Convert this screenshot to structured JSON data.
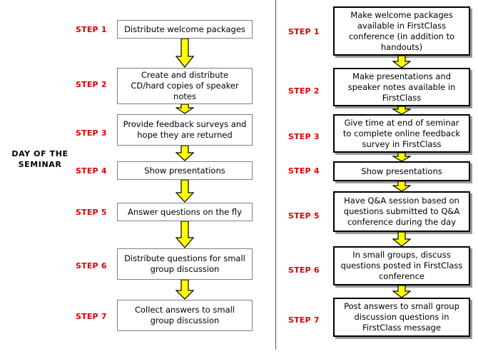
{
  "diagram": {
    "title_side_label": "DAY OF\nTHE\nSEMINAR",
    "divider_color": "#555555",
    "step_label_color": "#e00000",
    "arrow_fill": "#ffff00",
    "arrow_stroke": "#000000",
    "left_box_border": "#808080",
    "right_box_border": "#000000"
  },
  "left_column": {
    "steps": [
      {
        "label": "STEP 1",
        "text": "Distribute welcome packages"
      },
      {
        "label": "STEP 2",
        "text": "Create and distribute\nCD/hard copies of speaker\nnotes"
      },
      {
        "label": "STEP 3",
        "text": "Provide feedback surveys and\nhope they are returned"
      },
      {
        "label": "STEP 4",
        "text": "Show presentations"
      },
      {
        "label": "STEP 5",
        "text": "Answer questions on the fly"
      },
      {
        "label": "STEP 6",
        "text": "Distribute questions for small\ngroup discussion"
      },
      {
        "label": "STEP 7",
        "text": "Collect answers to small\ngroup discussion"
      }
    ]
  },
  "right_column": {
    "steps": [
      {
        "label": "STEP 1",
        "text": "Make welcome packages\navailable in FirstClass\nconference (in addition to\nhandouts)"
      },
      {
        "label": "STEP 2",
        "text": "Make presentations and\nspeaker notes available in\nFirstClass"
      },
      {
        "label": "STEP 3",
        "text": "Give time at end of seminar\nto complete online feedback\nsurvey in FirstClass"
      },
      {
        "label": "STEP 4",
        "text": "Show presentations"
      },
      {
        "label": "STEP 5",
        "text": "Have Q&A session based on\nquestions submitted to Q&A\nconference during the day"
      },
      {
        "label": "STEP 6",
        "text": "In small groups, discuss\nquestions posted in FirstClass\nconference"
      },
      {
        "label": "STEP 7",
        "text": "Post answers to small group\ndiscussion questions in\nFirstClass message"
      }
    ]
  }
}
